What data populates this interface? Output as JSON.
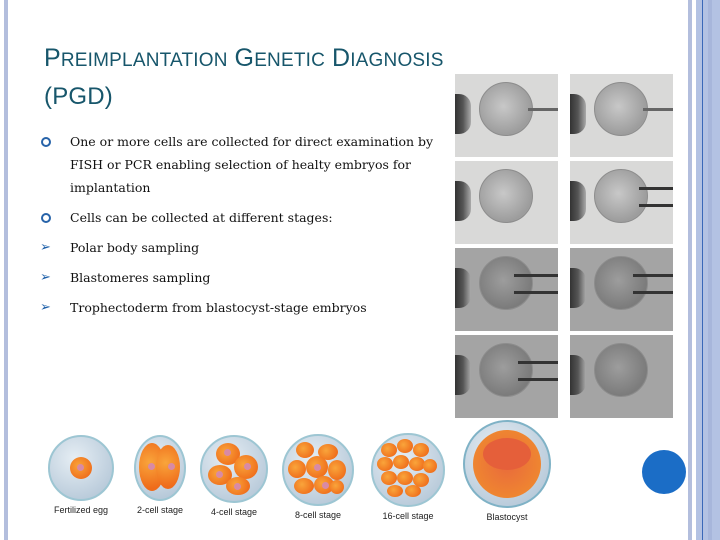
{
  "slide": {
    "title_line1": {
      "p": "P",
      "reimplantation": "REIMPLANTATION",
      "g": "G",
      "enetic": "ENETIC",
      "d": "D",
      "iagnosis": "IAGNOSIS"
    },
    "title_line2": "(PGD)",
    "bullets": [
      {
        "marker": "ring",
        "text": "One or more cells are collected for direct examination by FISH or PCR enabling selection of healty embryos for implantation"
      },
      {
        "marker": "ring",
        "text": "Cells can be collected at different stages:"
      },
      {
        "marker": "arrow",
        "text": "Polar body sampling"
      },
      {
        "marker": "arrow",
        "text": "Blastomeres sampling"
      },
      {
        "marker": "arrow",
        "text": "Trophectoderm from blastocyst-stage embryos"
      }
    ],
    "photo_grid": {
      "description": "Micrographs of embryo biopsy sequence",
      "rows": 4,
      "columns": 2
    },
    "stages": [
      {
        "label": "Fertilized egg"
      },
      {
        "label": "2-cell stage"
      },
      {
        "label": "4-cell stage"
      },
      {
        "label": "8-cell stage"
      },
      {
        "label": "16-cell stage"
      },
      {
        "label": "Blastocyst"
      }
    ],
    "colors": {
      "title": "#17566b",
      "bullet_marker": "#2763a9",
      "frame": "#b3c2e3",
      "accent_dot": "#1b6dc6",
      "cell_orange": "#ef6b1a"
    }
  }
}
